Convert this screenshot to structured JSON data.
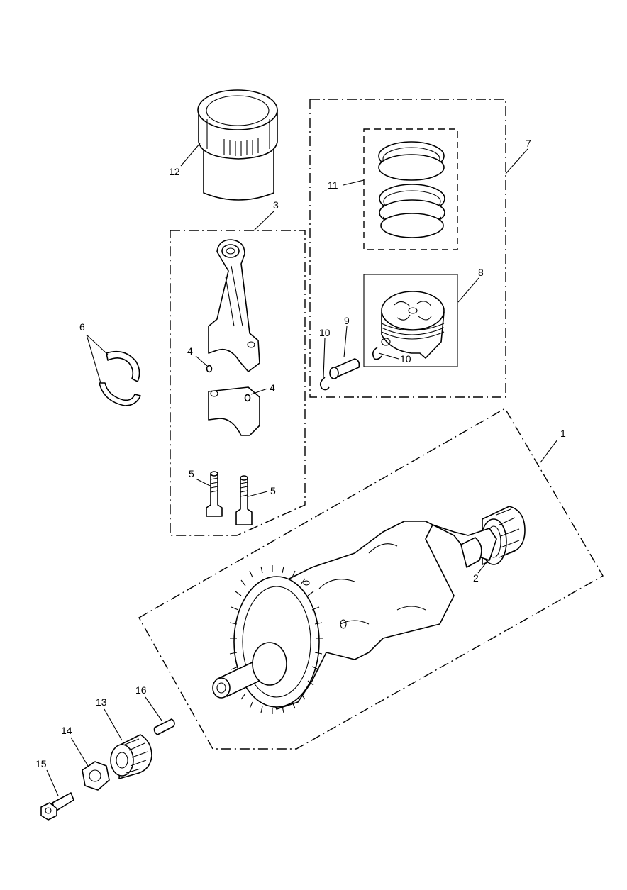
{
  "callouts": {
    "c1": "1",
    "c2": "2",
    "c3": "3",
    "c4a": "4",
    "c4b": "4",
    "c5a": "5",
    "c5b": "5",
    "c6": "6",
    "c7": "7",
    "c8": "8",
    "c9": "9",
    "c10a": "10",
    "c10b": "10",
    "c11": "11",
    "c12": "12",
    "c13": "13",
    "c14": "14",
    "c15": "15",
    "c16": "16"
  }
}
